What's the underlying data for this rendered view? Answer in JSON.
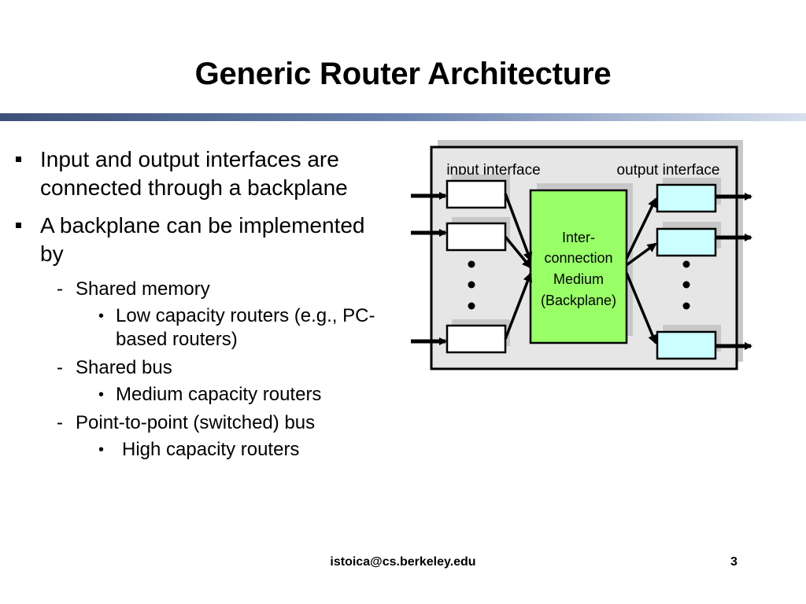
{
  "title": "Generic Router Architecture",
  "bullets": {
    "b1": "Input and output interfaces are connected through a backplane",
    "b2": "A backplane can be implemented by",
    "s1": "Shared memory",
    "s1a": "Low capacity routers (e.g., PC-based routers)",
    "s2": "Shared bus",
    "s2a": "Medium capacity routers",
    "s3": "Point-to-point (switched) bus",
    "s3a": "High capacity routers"
  },
  "markers": {
    "sub": "-",
    "subsub": "•"
  },
  "diagram": {
    "input_label": "input interface",
    "output_label": "output interface",
    "backplane_label": [
      "Inter-",
      "connection",
      "Medium",
      "(Backplane)"
    ],
    "colors": {
      "panel": "#e6e6e6",
      "panel_shadow": "#c8c8c8",
      "backplane": "#99ff66",
      "output_box": "#ccffff",
      "input_box": "#ffffff"
    }
  },
  "footer": {
    "email": "istoica@cs.berkeley.edu",
    "page": "3"
  }
}
